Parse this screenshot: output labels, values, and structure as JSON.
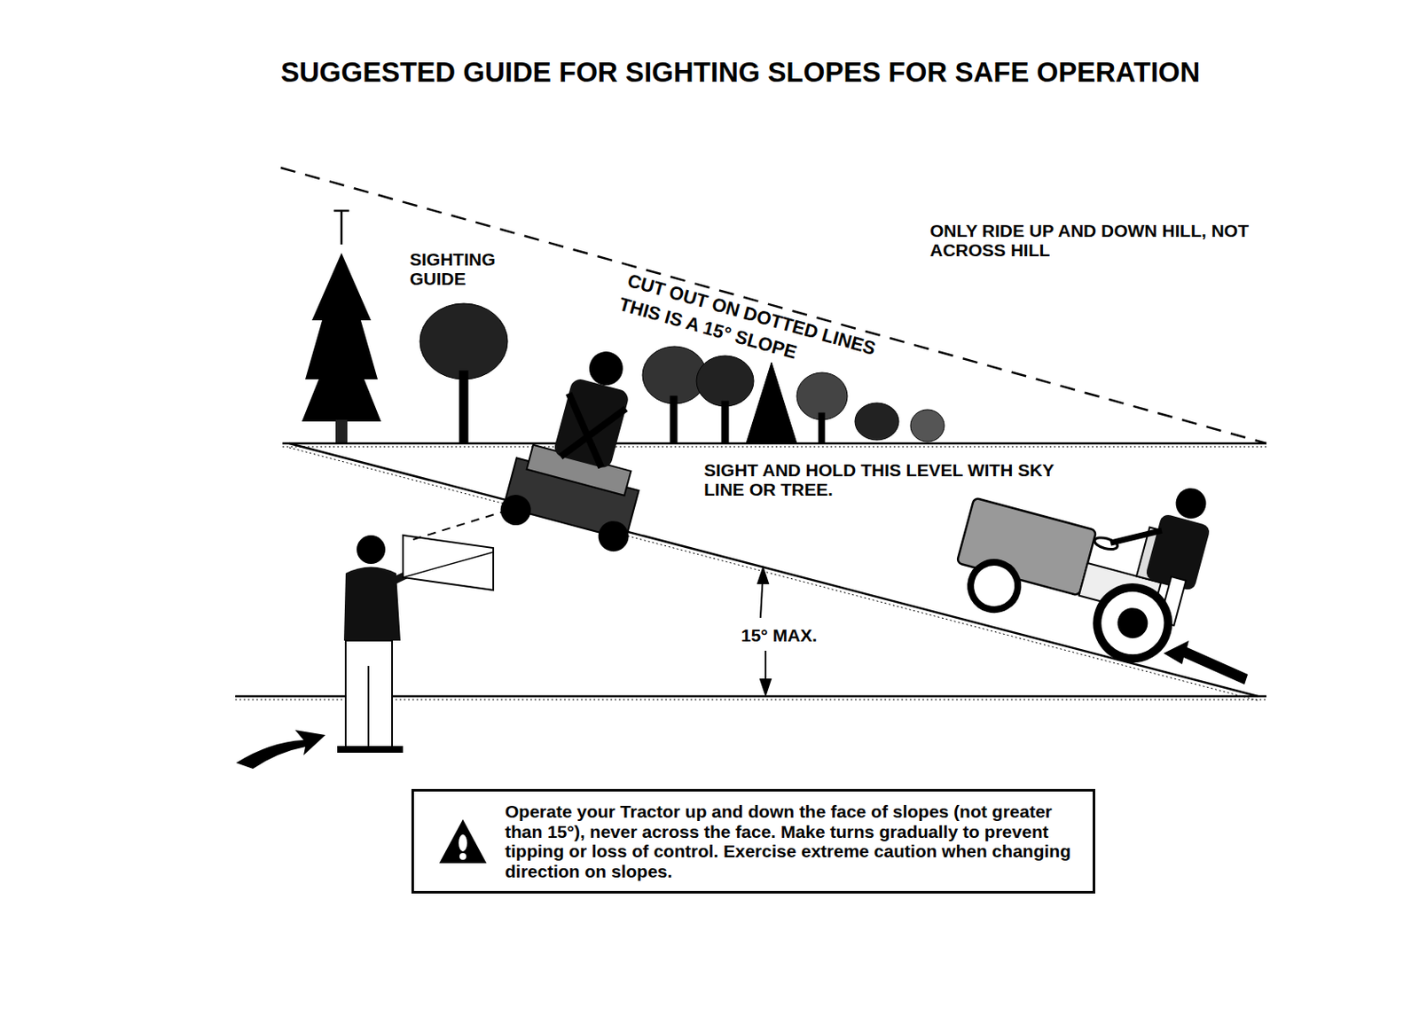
{
  "diagram": {
    "title": "SUGGESTED GUIDE FOR SIGHTING SLOPES FOR SAFE OPERATION",
    "nodes": [
      {
        "text": [
          "Operate your Tractor up and down the face of slopes (not greater than 15°), never across the face. Make turns gradually to prevent tipping or loss of control. Exercise extreme caution when changing direction on slopes."
        ]
      }
    ],
    "labels": [
      "SIGHTING GUIDE",
      "CUT OUT ON DOTTED LINES",
      "THIS IS A 15° SLOPE",
      "ONLY RIDE UP AND DOWN HILL, NOT ACROSS HILL",
      "SIGHT AND HOLD THIS LEVEL WITH SKY LINE OR TREE.",
      "15° MAX."
    ]
  }
}
